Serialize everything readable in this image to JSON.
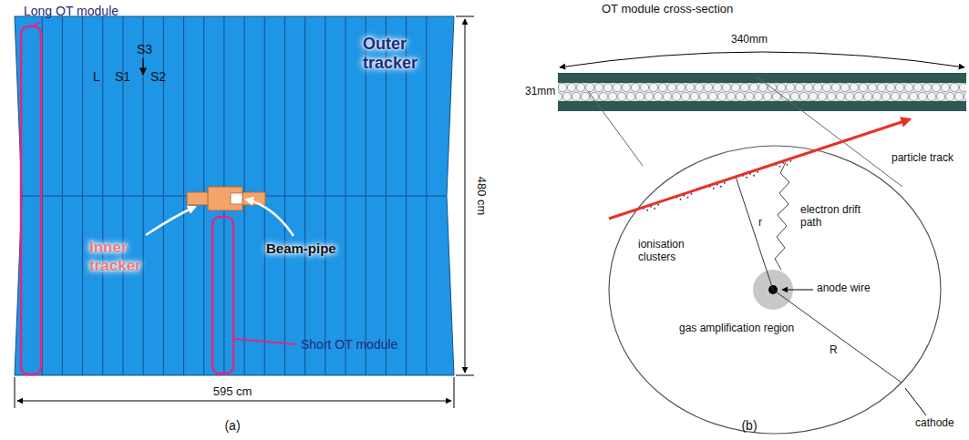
{
  "diagram": {
    "nodes": [
      {
        "text": [
          "Outer tracker",
          "L",
          "S1",
          "S2",
          "S3"
        ]
      },
      {
        "text": [
          "ionisation clusters",
          "electron drift path",
          "anode wire",
          "gas amplification region",
          "r",
          "R"
        ]
      }
    ],
    "labels": [
      "Long OT module",
      "Short OT module",
      "Inner tracker",
      "Beam-pipe",
      "480 cm",
      "595 cm",
      "(a)",
      "OT module cross-section",
      "340mm",
      "31mm",
      "particle track",
      "cathode",
      "(b)"
    ]
  }
}
